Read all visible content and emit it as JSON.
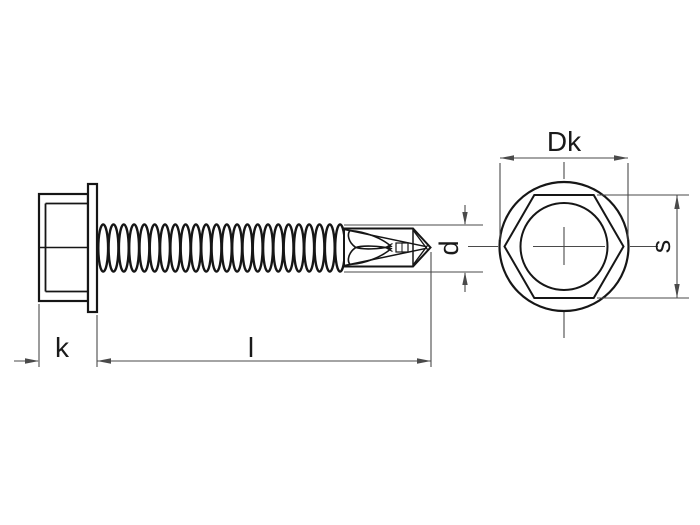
{
  "drawing": {
    "type": "technical-fastener-drawing",
    "subject": "hex-flange-head-self-drilling-screw",
    "views": {
      "side_view": "screw-profile-with-thread-and-drill-point",
      "end_view": "hex-head-on-flange-circle"
    },
    "labels": {
      "head_diameter": "Dk",
      "across_flats": "s",
      "thread_diameter": "d",
      "head_height": "k",
      "length": "l"
    },
    "colors": {
      "outline": "#161616",
      "dimension": "#4a4a4a",
      "text": "#1a1a1a",
      "background": "#ffffff"
    }
  }
}
